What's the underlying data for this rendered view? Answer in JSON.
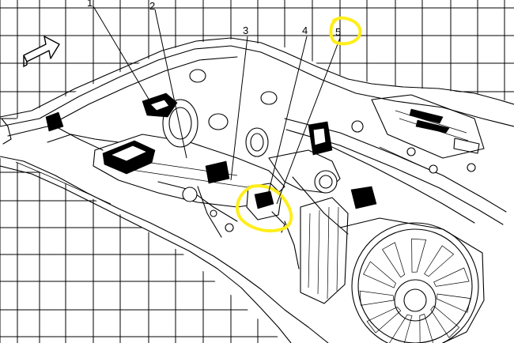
{
  "callouts": [
    {
      "label": "1"
    },
    {
      "label": "2"
    },
    {
      "label": "3"
    },
    {
      "label": "4"
    },
    {
      "label": "5"
    }
  ],
  "highlighted_callout": "5",
  "colors": {
    "line_art": "#000000",
    "background": "#ffffff",
    "highlight": "#ffee1a"
  },
  "icons": {
    "direction_arrow": "arrow-forward-icon"
  }
}
